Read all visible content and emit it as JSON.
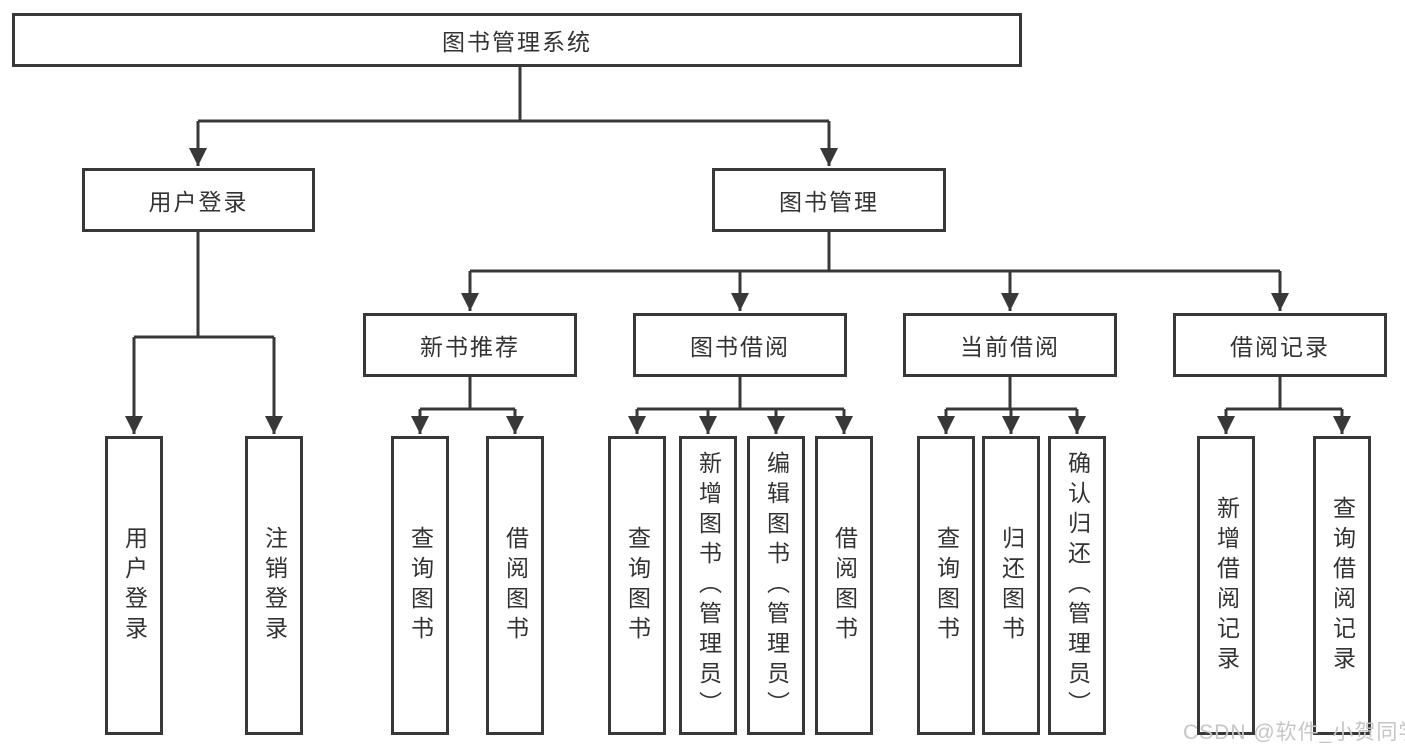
{
  "colors": {
    "line": "#383838",
    "box_background": "#ffffff",
    "text": "#333333",
    "watermark": "#c6c6c6"
  },
  "tree": {
    "root": {
      "label": "图书管理系统"
    },
    "branches": [
      {
        "label": "用户登录",
        "children": [
          {
            "label": "用户登录"
          },
          {
            "label": "注销登录"
          }
        ]
      },
      {
        "label": "图书管理",
        "children": [
          {
            "label": "新书推荐",
            "children": [
              {
                "label": "查询图书"
              },
              {
                "label": "借阅图书"
              }
            ]
          },
          {
            "label": "图书借阅",
            "children": [
              {
                "label": "查询图书"
              },
              {
                "label": "新增图书（管理员）"
              },
              {
                "label": "编辑图书（管理员）"
              },
              {
                "label": "借阅图书"
              }
            ]
          },
          {
            "label": "当前借阅",
            "children": [
              {
                "label": "查询图书"
              },
              {
                "label": "归还图书"
              },
              {
                "label": "确认归还（管理员）"
              }
            ]
          },
          {
            "label": "借阅记录",
            "children": [
              {
                "label": "新增借阅记录"
              },
              {
                "label": "查询借阅记录"
              }
            ]
          }
        ]
      }
    ]
  },
  "watermark": {
    "text": "CSDN @软件_小贺同学"
  }
}
